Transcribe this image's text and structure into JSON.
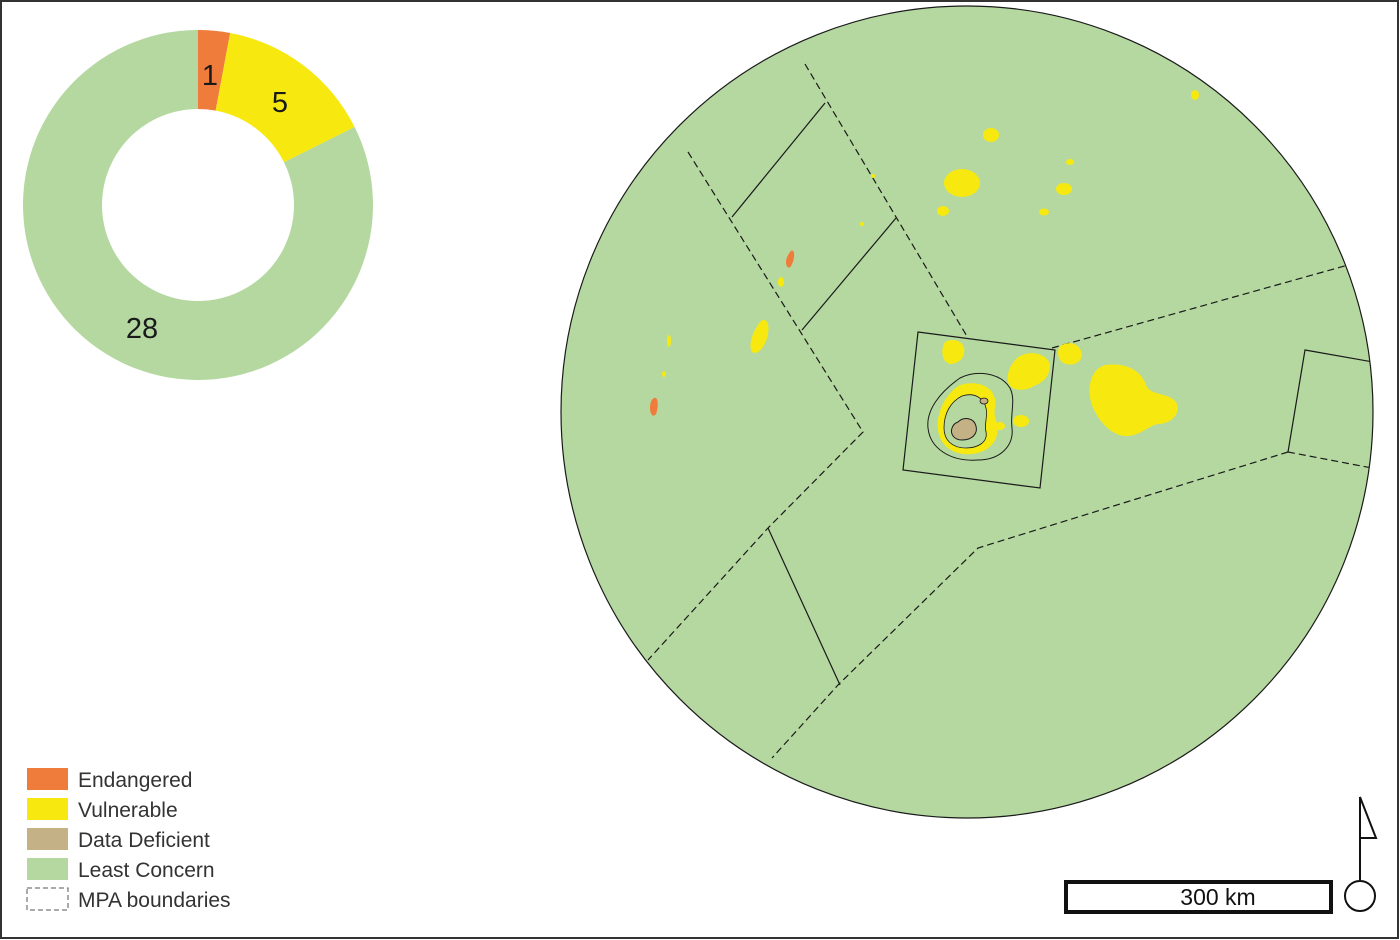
{
  "colors": {
    "endangered": "#f07c3c",
    "vulnerable": "#f7e90f",
    "data_deficient": "#c4b286",
    "least_concern": "#b4d8a0",
    "outline": "#1a1a1a"
  },
  "chart_data": {
    "type": "pie",
    "variant": "donut",
    "categories": [
      "Endangered",
      "Vulnerable",
      "Least Concern"
    ],
    "values": [
      1,
      5,
      28
    ],
    "labels": [
      "1",
      "5",
      "28"
    ],
    "colors": [
      "#f07c3c",
      "#f7e90f",
      "#b4d8a0"
    ]
  },
  "legend": {
    "items": [
      {
        "label": "Endangered",
        "color": "#f07c3c",
        "style": "fill"
      },
      {
        "label": "Vulnerable",
        "color": "#f7e90f",
        "style": "fill"
      },
      {
        "label": "Data Deficient",
        "color": "#c4b286",
        "style": "fill"
      },
      {
        "label": "Least Concern",
        "color": "#b4d8a0",
        "style": "fill"
      },
      {
        "label": "MPA boundaries",
        "color": "#555555",
        "style": "dashed"
      }
    ]
  },
  "scale_bar": {
    "label": "300 km"
  },
  "north_arrow": {
    "icon": "north-arrow-icon"
  }
}
